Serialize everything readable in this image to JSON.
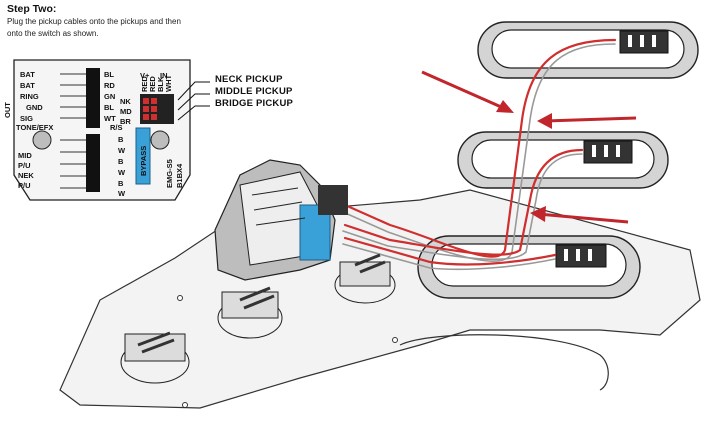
{
  "step": {
    "title": "Step Two:",
    "description": "Plug the pickup cables onto the pickups and then onto the switch as shown."
  },
  "callouts": {
    "neck": "NECK PICKUP",
    "middle": "MIDDLE PICKUP",
    "bridge": "BRIDGE PICKUP"
  },
  "board": {
    "left_labels": [
      "BAT",
      "BAT",
      "RING",
      "GND",
      "SIG",
      "TONE/EFX",
      "MID",
      "P/U",
      "NEK",
      "P/U"
    ],
    "out_label": "OUT",
    "wire_codes": [
      "BL",
      "RD",
      "GN",
      "BL",
      "WT"
    ],
    "rs_label": "R/S",
    "b_w_labels": [
      "B",
      "W",
      "B",
      "W",
      "B",
      "W"
    ],
    "top_labels": [
      "V+",
      "IN"
    ],
    "switch_rows": [
      "NK",
      "MD",
      "BR"
    ],
    "switch_cols": [
      "RED",
      "RED",
      "BLK",
      "WHT"
    ],
    "bypass_label": "BYPASS",
    "model_label": "EMG-S5",
    "part_label": "B1BX4"
  },
  "colors": {
    "arrow": "#c0262b",
    "wire_red": "#cf2f2f",
    "connector_blue": "#3aa1d8",
    "pickup_fill": "#dcdcdc",
    "outline": "#222222"
  }
}
